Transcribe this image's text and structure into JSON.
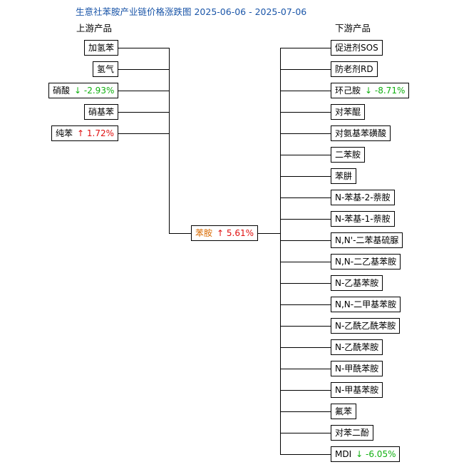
{
  "title": "生意社苯胺产业链价格涨跌图 2025-06-06 - 2025-07-06",
  "upstream_header": "上游产品",
  "downstream_header": "下游产品",
  "center": {
    "name": "苯胺",
    "arrow": "↑",
    "change": "5.61%",
    "direction": "up"
  },
  "upstream": [
    {
      "name": "加氢苯"
    },
    {
      "name": "氢气"
    },
    {
      "name": "硝酸",
      "arrow": "↓",
      "change": "-2.93%",
      "direction": "down"
    },
    {
      "name": "硝基苯"
    },
    {
      "name": "纯苯",
      "arrow": "↑",
      "change": "1.72%",
      "direction": "up"
    }
  ],
  "downstream": [
    {
      "name": "促进剂SOS"
    },
    {
      "name": "防老剂RD"
    },
    {
      "name": "环己胺",
      "arrow": "↓",
      "change": "-8.71%",
      "direction": "down"
    },
    {
      "name": "对苯醌"
    },
    {
      "name": "对氨基苯磺酸"
    },
    {
      "name": "二苯胺"
    },
    {
      "name": "苯肼"
    },
    {
      "name": "N-苯基-2-萘胺"
    },
    {
      "name": "N-苯基-1-萘胺"
    },
    {
      "name": "N,N'-二苯基硫脲"
    },
    {
      "name": "N,N-二乙基苯胺"
    },
    {
      "name": "N-乙基苯胺"
    },
    {
      "name": "N,N-二甲基苯胺"
    },
    {
      "name": "N-乙酰乙酰苯胺"
    },
    {
      "name": "N-乙酰苯胺"
    },
    {
      "name": "N-甲酰苯胺"
    },
    {
      "name": "N-甲基苯胺"
    },
    {
      "name": "氟苯"
    },
    {
      "name": "对苯二酚"
    },
    {
      "name": "MDI",
      "arrow": "↓",
      "change": "-6.05%",
      "direction": "down"
    }
  ]
}
